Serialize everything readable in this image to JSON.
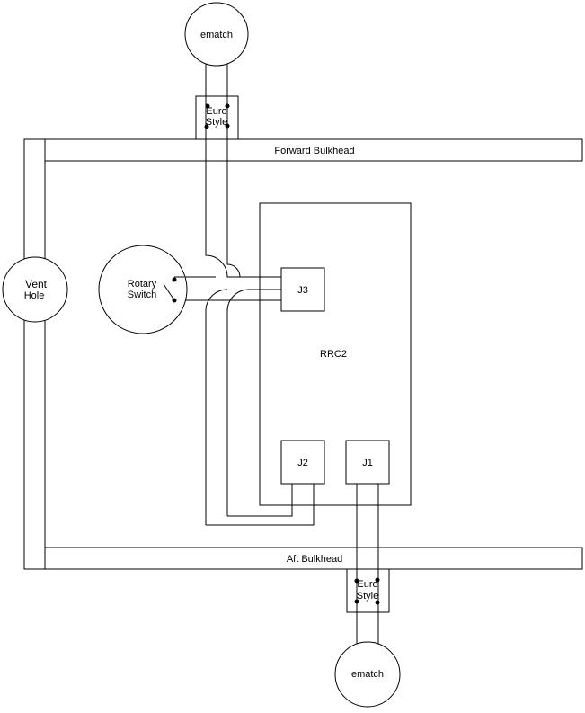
{
  "components": {
    "ematch_top": "ematch",
    "ematch_bottom": "ematch",
    "euro_top_line1": "Euro",
    "euro_top_line2": "Style",
    "euro_bottom_line1": "Euro",
    "euro_bottom_line2": "Style",
    "forward_bulkhead": "Forward Bulkhead",
    "aft_bulkhead": "Aft Bulkhead",
    "vent_line1": "Vent",
    "vent_line2": "Hole",
    "rotary_line1": "Rotary",
    "rotary_line2": "Switch",
    "rrc2": "RRC2",
    "j1": "J1",
    "j2": "J2",
    "j3": "J3"
  }
}
